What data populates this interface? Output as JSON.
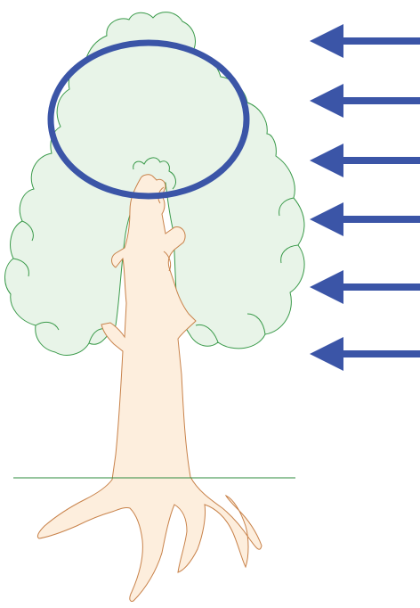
{
  "diagram": {
    "arrow_count": 6,
    "arrow_direction": "left",
    "highlight_shape": "ellipse",
    "highlight_target": "tree-crown-top"
  },
  "colors": {
    "background": "#ffffff",
    "foliage_fill": "#e8f4e8",
    "foliage_stroke": "#3a9a4a",
    "trunk_fill": "#fdeedd",
    "trunk_stroke": "#c8824a",
    "ground_line": "#2e8b3e",
    "arrow": "#3b55a7",
    "highlight_ellipse": "#3b55a7"
  }
}
